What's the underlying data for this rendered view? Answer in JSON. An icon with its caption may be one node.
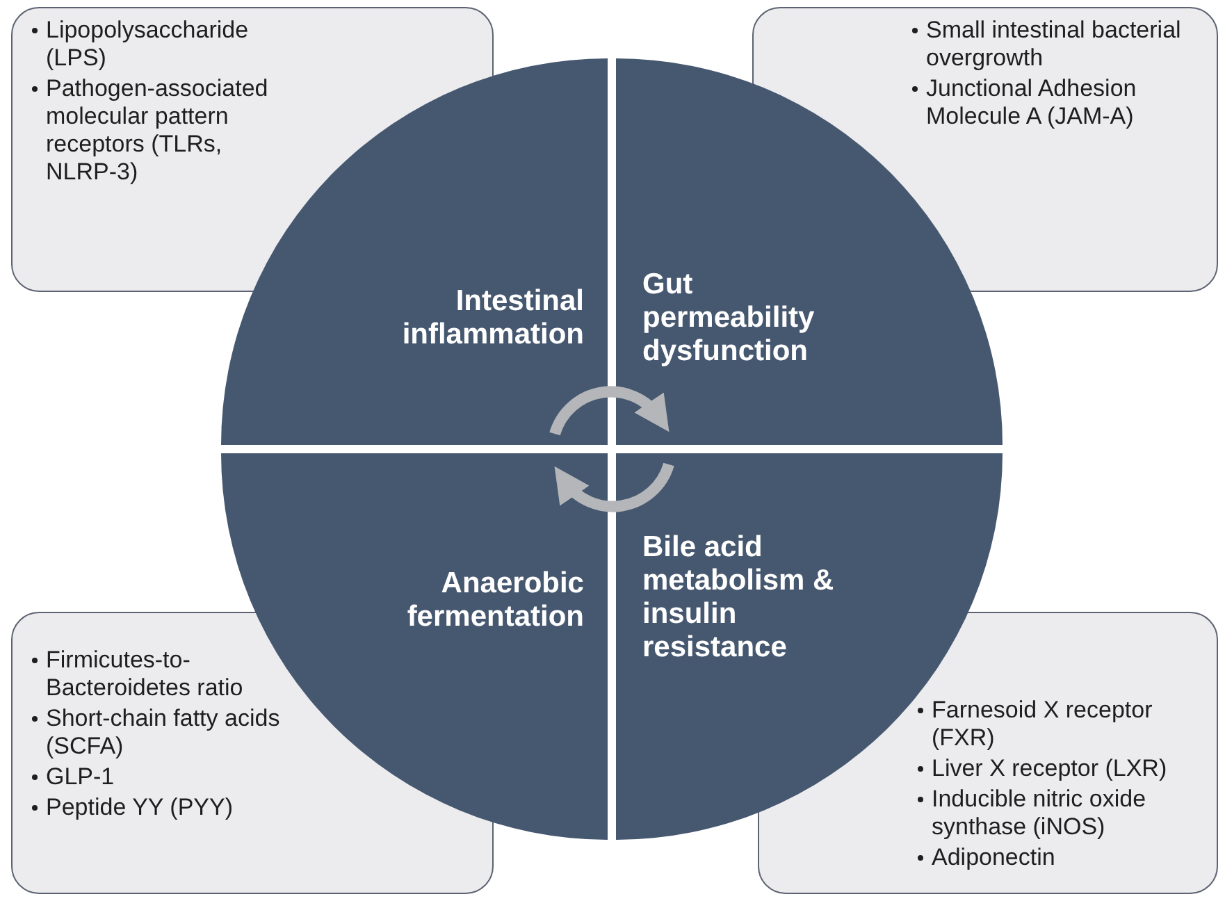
{
  "diagram": {
    "nodes": [
      {
        "text": [
          "Lipopolysaccharide (LPS)",
          "Pathogen-associated molecular pattern receptors (TLRs, NLRP-3)"
        ]
      },
      {
        "text": [
          "Small intestinal bacterial overgrowth",
          "Junctional Adhesion Molecule A (JAM-A)"
        ]
      },
      {
        "text": [
          "Intestinal inflammation"
        ]
      },
      {
        "text": [
          "Gut permeability dysfunction"
        ]
      },
      {
        "text": [
          "Anaerobic fermentation"
        ]
      },
      {
        "text": [
          "Bile acid metabolism & insulin resistance"
        ]
      },
      {
        "text": [
          "Firmicutes-to-Bacteroidetes ratio",
          "Short-chain fatty acids (SCFA)",
          "GLP-1",
          "Peptide YY (PYY)"
        ]
      },
      {
        "text": [
          "Farnesoid X receptor (FXR)",
          "Liver X receptor (LXR)",
          "Inducible nitric oxide synthase (iNOS)",
          "Adiponectin"
        ]
      }
    ],
    "edges": [
      {
        "from": 2,
        "to": 3,
        "arrow": "to"
      },
      {
        "from": 5,
        "to": 4,
        "arrow": "to"
      }
    ]
  }
}
